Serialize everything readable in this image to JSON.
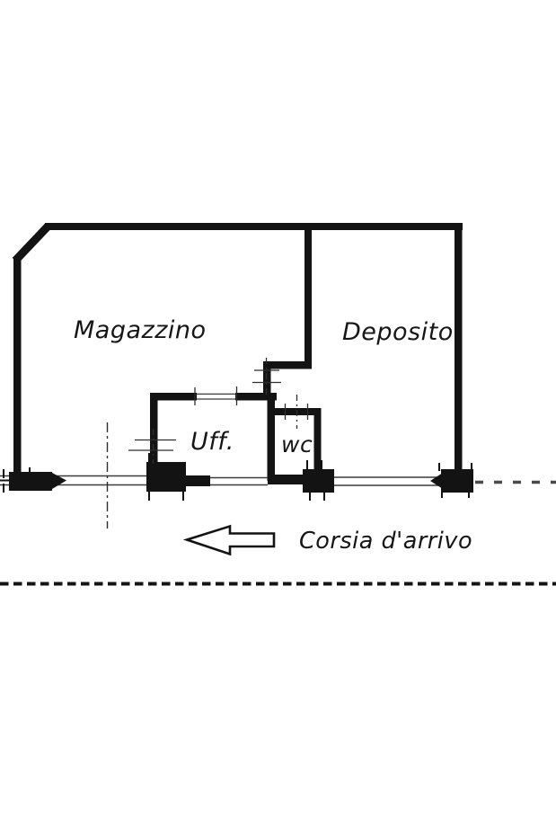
{
  "meta": {
    "background": "#ffffff",
    "wall_color": "#131313",
    "thin_line_color": "#3c3c3c",
    "text_color": "#161616"
  },
  "plan": {
    "rooms": [
      {
        "id": "magazzino",
        "label": "Magazzino"
      },
      {
        "id": "deposito",
        "label": "Deposito"
      },
      {
        "id": "ufficio",
        "label": "Uff."
      },
      {
        "id": "wc",
        "label": "wc"
      }
    ],
    "annotation": {
      "arrow_label": "Corsia d'arrivo",
      "arrow_direction": "left"
    }
  }
}
